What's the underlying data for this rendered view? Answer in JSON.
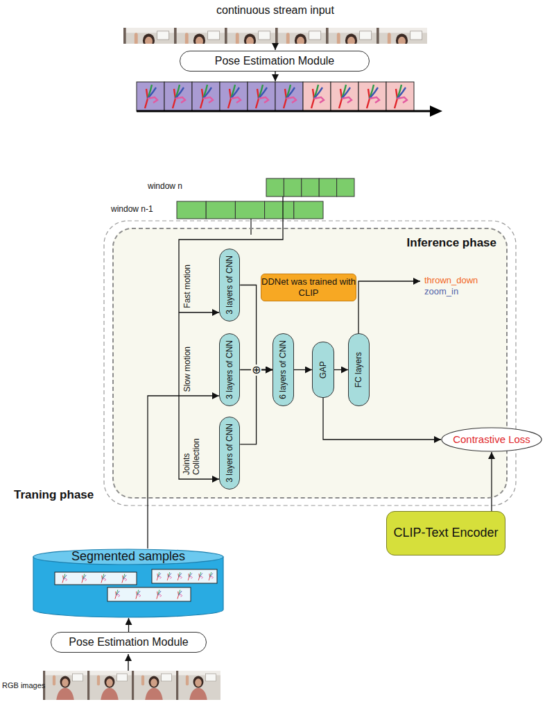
{
  "diagram": {
    "nodes": [
      {
        "text": [
          "Pose Estimation Module"
        ]
      },
      {
        "text": [
          "Inference phase"
        ]
      },
      {
        "text": [
          "DDNet was trained with CLIP"
        ],
        "in": 1
      },
      {
        "text": [
          "3 layers of CNN"
        ],
        "in": 1
      },
      {
        "text": [
          "3 layers of CNN"
        ],
        "in": 1
      },
      {
        "text": [
          "3 layers of CNN"
        ],
        "in": 1
      },
      {
        "text": [
          "6 layers of CNN"
        ],
        "in": 1
      },
      {
        "text": [
          "GAP"
        ],
        "in": 1
      },
      {
        "text": [
          "FC layers"
        ],
        "in": 1
      },
      {
        "text": [
          "Contrastive Loss"
        ]
      },
      {
        "text": [
          "Segmented samples"
        ]
      },
      {
        "text": [
          "CLIP-Text Encoder"
        ]
      },
      {
        "text": [
          "Pose Estimation Module"
        ]
      }
    ],
    "edges": [
      {
        "from": 12,
        "to": 10,
        "arrow": "to"
      },
      {
        "from": 10,
        "to": 4,
        "arrow": "to"
      },
      {
        "from": 3,
        "to": 6,
        "arrow": "to"
      },
      {
        "from": 4,
        "to": 6,
        "arrow": "to"
      },
      {
        "from": 5,
        "to": 6,
        "arrow": "to"
      },
      {
        "from": 6,
        "to": 7,
        "arrow": "to"
      },
      {
        "from": 7,
        "to": 8,
        "arrow": "to"
      },
      {
        "from": 7,
        "to": 9,
        "arrow": "to"
      },
      {
        "from": 11,
        "to": 9,
        "arrow": "to"
      }
    ],
    "labels": [
      "continuous stream input",
      "window n",
      "window n-1",
      "Fast motion",
      "Slow motion",
      "Joints Collection",
      "⊕",
      "thrown_down",
      "zoom_in",
      "Traning phase",
      "RGB images"
    ]
  }
}
